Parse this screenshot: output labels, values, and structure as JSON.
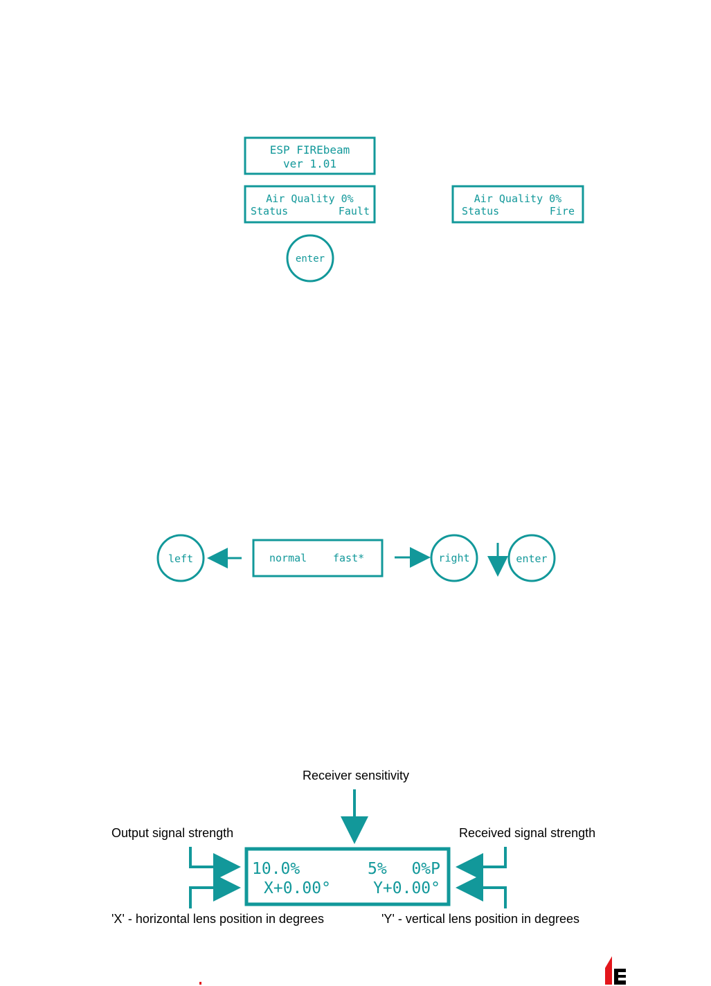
{
  "colors": {
    "teal": "#12989a",
    "black": "#000000",
    "brand_red": "#e3161c"
  },
  "diagrams": {
    "startup": {
      "version_line1": "ESP FIREbeam",
      "version_line2": "ver 1.01",
      "fault_line1": "Air Quality 0%",
      "fault_status": "Status",
      "fault_value": "Fault",
      "enter_button": "enter",
      "fire_line1": "Air Quality 0%",
      "fire_status": "Status",
      "fire_value": "Fire"
    },
    "speed_select": {
      "left_button": "left",
      "option_normal": "normal",
      "option_fast": "fast*",
      "right_button": "right",
      "enter_button": "enter"
    },
    "signal_display": {
      "output_value": "10.0%",
      "sensitivity_value": "5%",
      "received_value": "0%P",
      "x_value": "X+0.00°",
      "y_value": "Y+0.00°",
      "label_sensitivity": "Receiver sensitivity",
      "label_output": "Output signal strength",
      "label_received": "Received signal strength",
      "label_x": "'X' - horizontal lens position in degrees",
      "label_y": "'Y' - vertical lens position in degrees"
    }
  },
  "footer": {
    "logo_icon": "brand-logo-icon"
  }
}
